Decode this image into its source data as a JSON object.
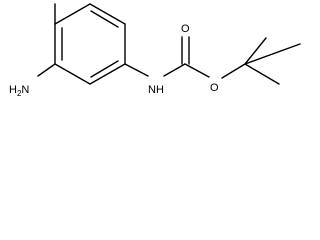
{
  "molecule": {
    "atom_labels": {
      "amine": "H2N",
      "amine_hydrogen": "H",
      "amine_count": "2",
      "amine_nitrogen": "N",
      "carbamate_nh": "NH",
      "carbonyl_oxygen": "O",
      "ester_oxygen": "O"
    }
  }
}
